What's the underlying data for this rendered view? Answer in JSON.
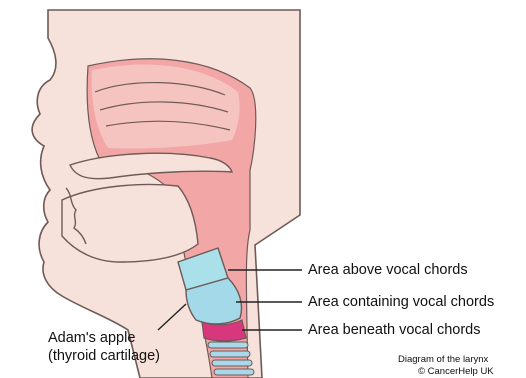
{
  "labels": {
    "above": "Area above vocal chords",
    "containing": "Area containing vocal chords",
    "beneath": "Area beneath vocal chords",
    "adams_apple_line1": "Adam's apple",
    "adams_apple_line2": "(thyroid cartilage)"
  },
  "credit": {
    "line1": "Diagram of the larynx",
    "line2": "© CancerHelp UK"
  },
  "colors": {
    "skin": "#f6e2da",
    "airway": "#f2a7a6",
    "airway_light": "#f6c4c0",
    "outline": "#6e5a56",
    "above_region": "#a9e0ea",
    "containing_region": "#a3d9e9",
    "beneath_region": "#d8377d",
    "trachea_rings": "#a9d8ea"
  }
}
